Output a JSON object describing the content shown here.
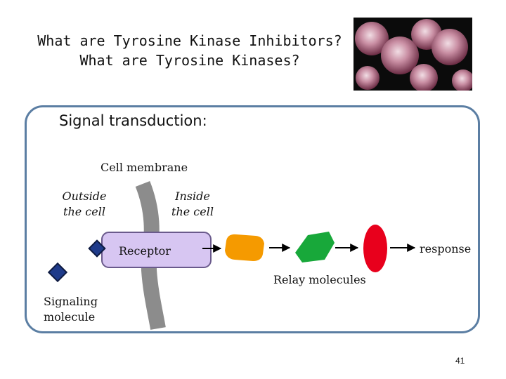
{
  "slide": {
    "title_line1": "What are Tyrosine Kinase Inhibitors?",
    "title_line2": "What are Tyrosine Kinases?",
    "heading": "Signal transduction:",
    "page_number": "41"
  },
  "diagram": {
    "membrane_label": "Cell membrane",
    "outside_label_line1": "Outside",
    "outside_label_line2": "the cell",
    "inside_label_line1": "Inside",
    "inside_label_line2": "the cell",
    "receptor_label": "Receptor",
    "relay_label": "Relay molecules",
    "response_label": "response",
    "signaling_label_line1": "Signaling",
    "signaling_label_line2": "molecule"
  },
  "colors": {
    "panel_border": "#5b7ea3",
    "membrane": "#8c8c8c",
    "receptor_fill": "#d7c6f2",
    "receptor_stroke": "#6a5a8c",
    "signal_molecule": "#1f3b8a",
    "relay_orange": "#f59a00",
    "relay_green": "#18a83a",
    "response_red": "#e8001c"
  }
}
